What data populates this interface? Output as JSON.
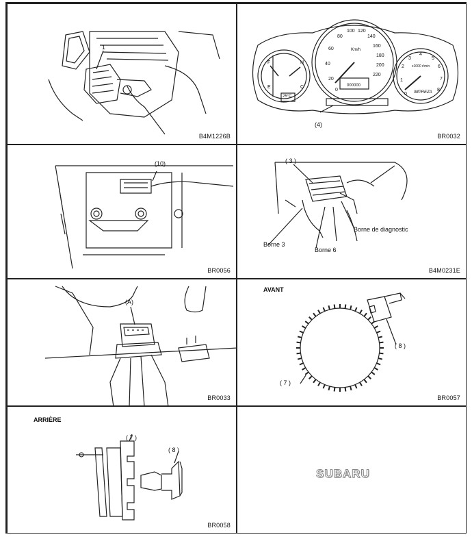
{
  "panels": [
    {
      "code": "B4M1226B",
      "callouts": [
        "1"
      ]
    },
    {
      "code": "BR0032",
      "callouts": [
        "(4)"
      ],
      "gauge_marks": {
        "speed": [
          "20",
          "40",
          "60",
          "80",
          "100",
          "120",
          "140",
          "160",
          "180",
          "200",
          "220",
          "0"
        ],
        "speed_unit": "Km/h",
        "tach": [
          "0",
          "1",
          "2",
          "3",
          "4",
          "5",
          "6",
          "7",
          "8"
        ],
        "tach_unit": "x1000 r/min",
        "brand": "IMPREZA",
        "odo": "000000",
        "temp": "25°C",
        "fuel_letters": [
          "F",
          "E"
        ],
        "temp_letters": [
          "H",
          "C"
        ]
      }
    },
    {
      "code": "BR0056",
      "callouts": [
        "(10)"
      ]
    },
    {
      "code": "B4M0231E",
      "callouts": [
        "( 3 )",
        "Borne de diagnostic",
        "Borne 3",
        "Borne 6"
      ]
    },
    {
      "code": "BR0033",
      "callouts": [
        "(A)"
      ]
    },
    {
      "code": "BR0057",
      "header": "AVANT",
      "callouts": [
        "( 8 )",
        "( 7 )"
      ]
    },
    {
      "code": "BR0058",
      "header": "ARRIÈRE",
      "callouts": [
        "( 7 )",
        "( 8 )"
      ]
    },
    {
      "logo": "SUBARU"
    }
  ]
}
